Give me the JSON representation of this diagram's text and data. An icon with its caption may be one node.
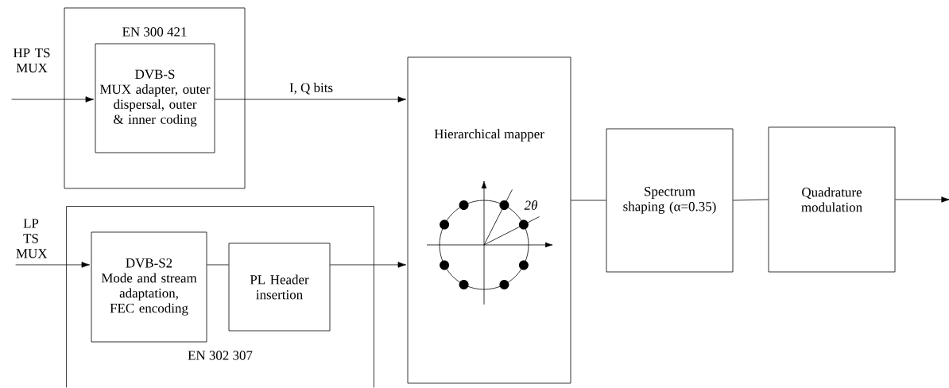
{
  "diagram": {
    "nodes": [
      {
        "text": [
          "EN 300 421"
        ]
      },
      {
        "text": [
          "DVB-S",
          "MUX adapter, outer dispersal, outer & inner coding"
        ],
        "in": 0
      },
      {
        "text": [
          "EN 302 307"
        ]
      },
      {
        "text": [
          "DVB-S2",
          "Mode and stream adaptation, FEC encoding"
        ],
        "in": 2
      },
      {
        "text": [
          "PL Header insertion"
        ],
        "in": 2
      },
      {
        "text": [
          "Hierarchical mapper"
        ]
      },
      {
        "text": [
          "Spectrum shaping (α=0.35)"
        ]
      },
      {
        "text": [
          "Quadrature modulation"
        ]
      },
      {
        "text": [
          "HP TS MUX"
        ]
      },
      {
        "text": [
          "LP TS MUX"
        ]
      }
    ],
    "edges": [
      {
        "from": 8,
        "to": 1,
        "arrow": "to"
      },
      {
        "from": 1,
        "to": 5,
        "arrow": "to",
        "label": "I, Q  bits"
      },
      {
        "from": 9,
        "to": 3,
        "arrow": "to"
      },
      {
        "from": 3,
        "to": 4,
        "arrow": "none"
      },
      {
        "from": 4,
        "to": 5,
        "arrow": "to"
      },
      {
        "from": 5,
        "to": 6,
        "arrow": "none"
      },
      {
        "from": 6,
        "to": 7,
        "arrow": "none"
      },
      {
        "from": 7,
        "to": null,
        "arrow": "to"
      }
    ],
    "labels": [
      "2θ"
    ]
  }
}
